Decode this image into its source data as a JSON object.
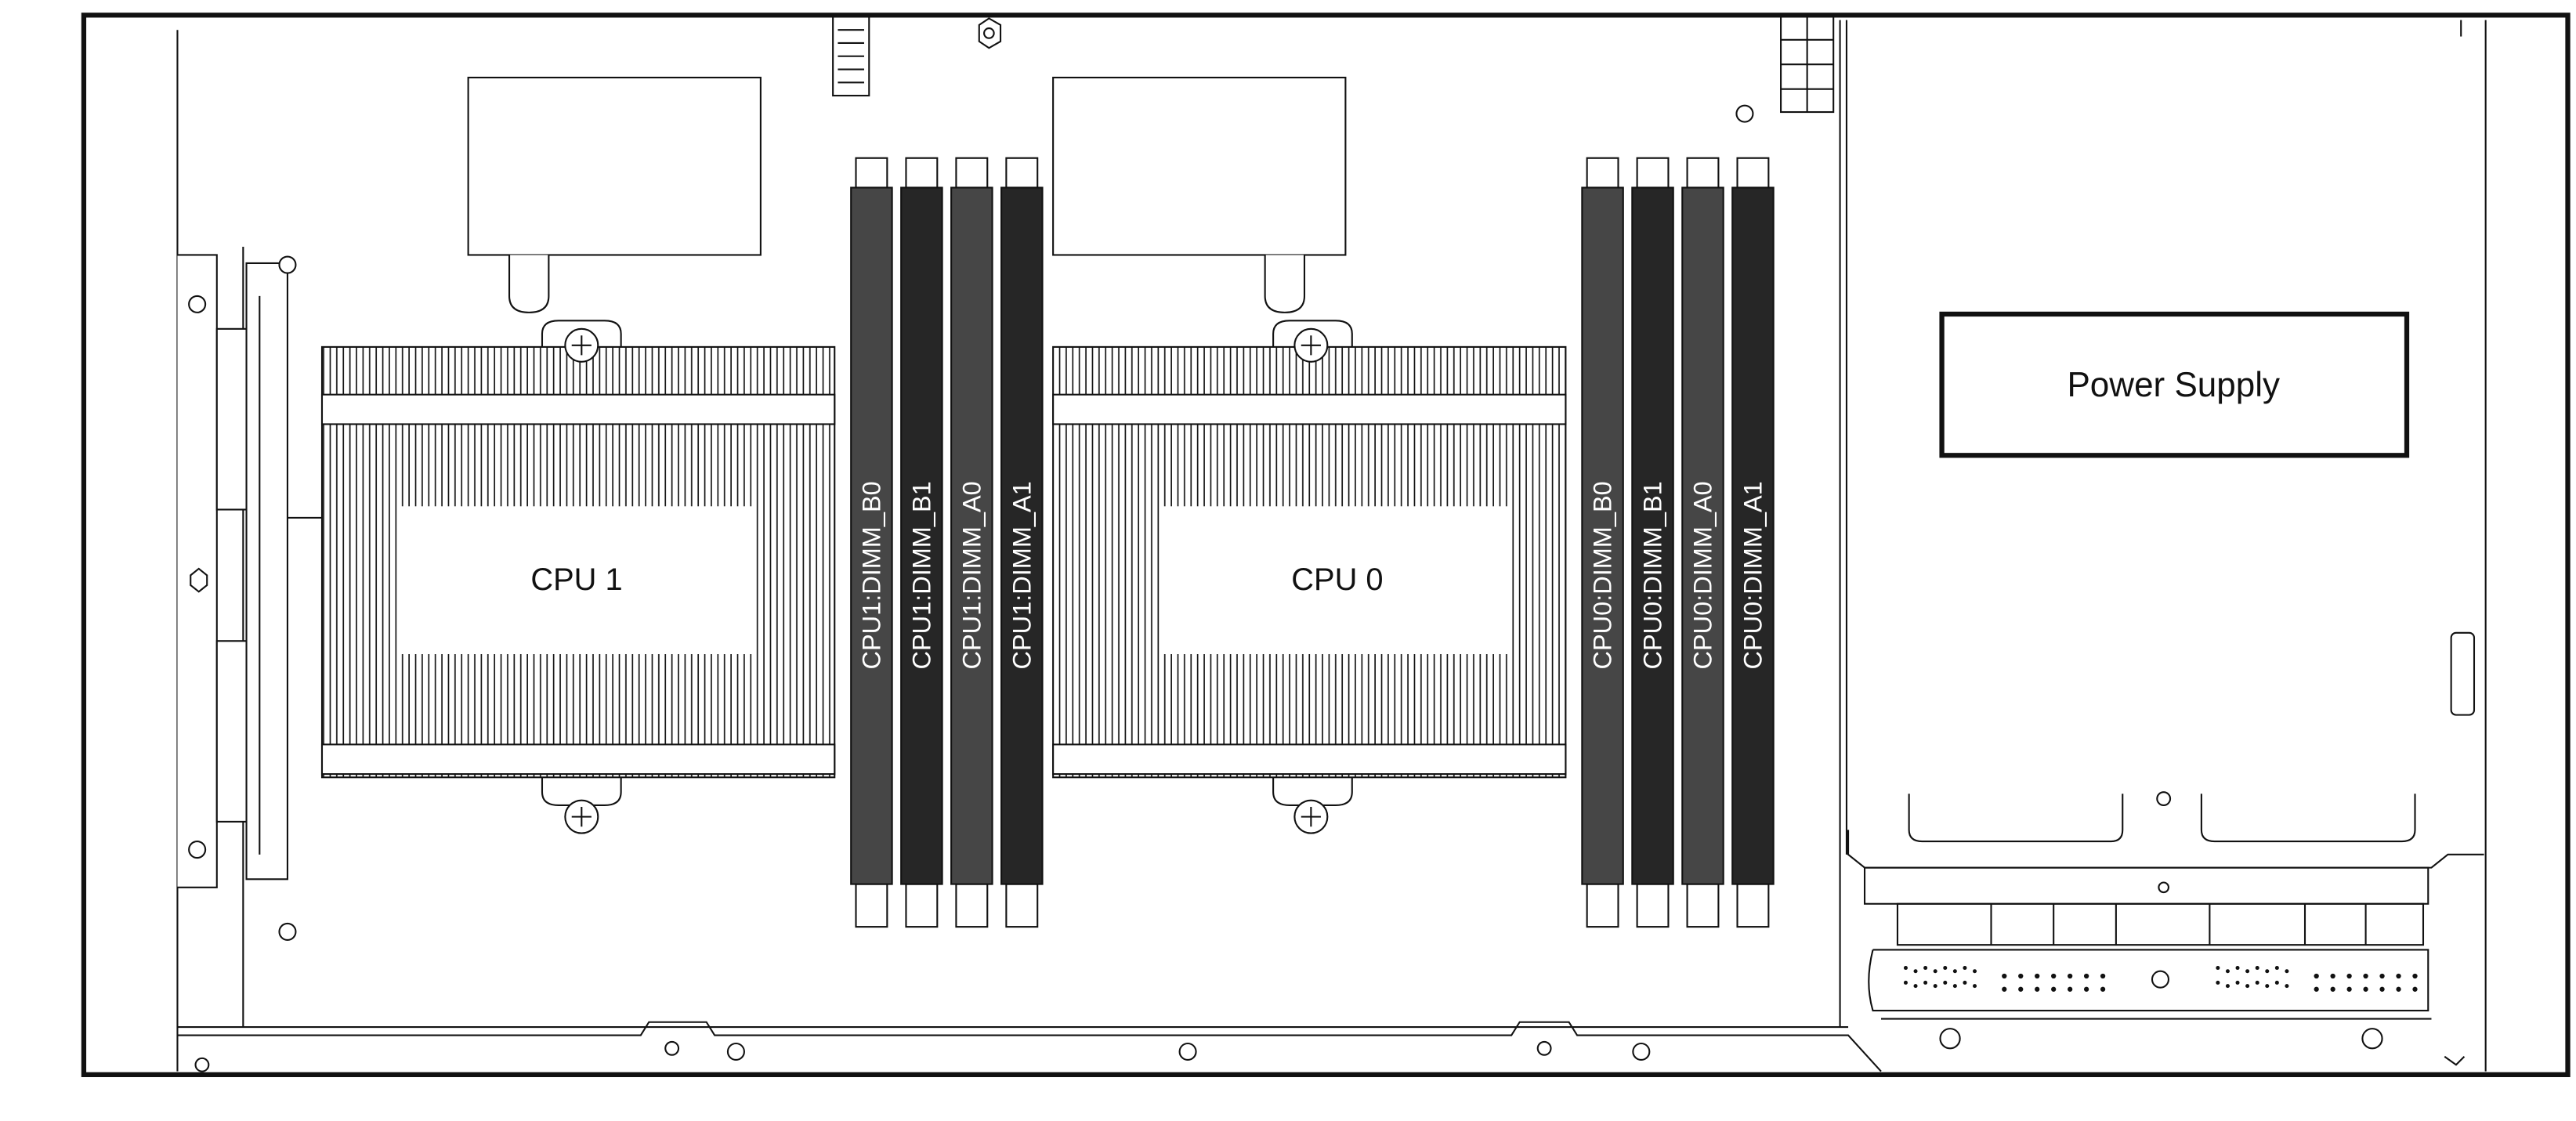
{
  "cpus": [
    {
      "id": "cpu1",
      "label": "CPU 1"
    },
    {
      "id": "cpu0",
      "label": "CPU 0"
    }
  ],
  "dimm_banks": [
    {
      "cpu": "cpu1",
      "slots": [
        {
          "label": "CPU1:DIMM_B0",
          "shade": "#464646"
        },
        {
          "label": "CPU1:DIMM_B1",
          "shade": "#262626"
        },
        {
          "label": "CPU1:DIMM_A0",
          "shade": "#464646"
        },
        {
          "label": "CPU1:DIMM_A1",
          "shade": "#262626"
        }
      ]
    },
    {
      "cpu": "cpu0",
      "slots": [
        {
          "label": "CPU0:DIMM_B0",
          "shade": "#464646"
        },
        {
          "label": "CPU0:DIMM_B1",
          "shade": "#262626"
        },
        {
          "label": "CPU0:DIMM_A0",
          "shade": "#464646"
        },
        {
          "label": "CPU0:DIMM_A1",
          "shade": "#262626"
        }
      ]
    }
  ],
  "power_supply": {
    "label": "Power Supply"
  },
  "colors": {
    "line": "#111111",
    "dimm_text": "#ffffff",
    "background": "#ffffff"
  }
}
